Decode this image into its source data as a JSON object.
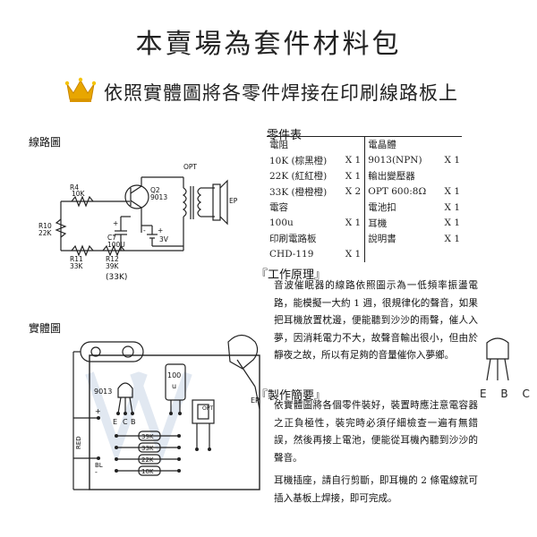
{
  "header": {
    "title": "本賣場為套件材料包",
    "subtitle": "依照實體圖將各零件焊接在印刷線路板上",
    "crown_icon": "crown-icon",
    "crown_color": "#e8a600"
  },
  "circuit": {
    "section_label": "線路圖",
    "labels": {
      "r4": "R4",
      "r4_value": "10K",
      "q2": "Q2",
      "q2_part": "9013",
      "opt": "OPT",
      "ep": "EP",
      "r10": "R10",
      "r10_value": "22K",
      "c7": "C7",
      "c7_value": "100U",
      "battery_value": "3V",
      "plus1": "+",
      "minus1": "-",
      "plus2": "+",
      "minus2": "-",
      "r11": "R11",
      "r11_value": "33K",
      "r12": "R12",
      "r12_value": "39K",
      "r12_note": "(33K)"
    }
  },
  "layout": {
    "section_label": "實體圖",
    "labels": {
      "transistor": "9013",
      "e": "E",
      "c": "C",
      "b": "B",
      "cap_value": "100",
      "cap_unit": "u",
      "opt": "OPT",
      "ep": "EP",
      "red": "RED",
      "black": "BL",
      "plus": "+",
      "minus": "-",
      "res1": "39K",
      "res2": "33K",
      "res3": "22K",
      "res4": "10K"
    }
  },
  "parts": {
    "title": "零件表",
    "rows": [
      {
        "left": "電阻",
        "left_qty": "",
        "right": "電晶體",
        "right_qty": ""
      },
      {
        "left": "10K (棕黑橙)",
        "left_qty": "X 1",
        "right": "9013(NPN)",
        "right_qty": "X 1"
      },
      {
        "left": "22K (紅紅橙)",
        "left_qty": "X 1",
        "right": "輸出變壓器",
        "right_qty": ""
      },
      {
        "left": "33K (橙橙橙)",
        "left_qty": "X 2",
        "right": "OPT 600:8Ω",
        "right_qty": "X 1"
      },
      {
        "left": "電容",
        "left_qty": "",
        "right": "電池扣",
        "right_qty": "X 1"
      },
      {
        "left": "100u",
        "left_qty": "X 1",
        "right": "耳機",
        "right_qty": "X 1"
      },
      {
        "left": "印刷電路板",
        "left_qty": "",
        "right": "說明書",
        "right_qty": "X 1"
      },
      {
        "left": "CHD-119",
        "left_qty": "X 1",
        "right": "",
        "right_qty": ""
      }
    ]
  },
  "work_principle": {
    "heading": "『工作原理』",
    "body": "音波催眠器的線路依照圖示為一低頻率振盪電路，能模擬一大約 1 週，很規律化的聲音，如果把耳機放置枕邊，便能聽到沙沙的雨聲，催人入夢，因消耗電力不大，故聲音輸出很小，但由於靜夜之故，所以有足夠的音量催你入夢鄉。"
  },
  "assembly": {
    "heading": "『製作簡要』",
    "body": "依實體圖將各個零件裝好，裝置時應注意電容器之正負極性，裝完時必須仔細檢查一遍有無錯誤，然後再接上電池，便能從耳機內聽到沙沙的聲音。",
    "note": "耳機插座，請自行剪斷，即耳機的 2 條電線就可插入基板上焊接，即可完成。"
  },
  "transistor_diagram": {
    "pins": "E B C"
  }
}
